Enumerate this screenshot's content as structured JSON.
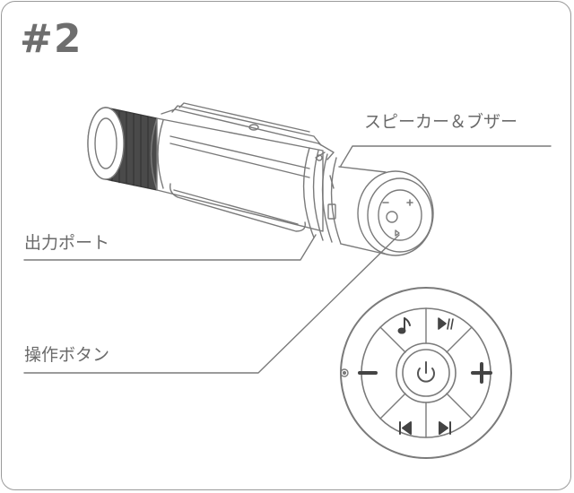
{
  "heading": "#2",
  "labels": {
    "speaker_buzzer": "スピーカー＆ブザー",
    "output_port": "出力ポート",
    "control_buttons": "操作ボタン"
  },
  "colors": {
    "line": "#7a7a7a",
    "text": "#6a6a6a",
    "heading": "#6e6e6e",
    "frame": "#9a9a9a"
  },
  "icons": {
    "top_left": "music-note-icon",
    "top_right": "play-pause-icon",
    "left": "minus-icon",
    "center": "power-icon",
    "right": "plus-icon",
    "bottom_left": "previous-track-icon",
    "bottom_right": "next-track-icon"
  }
}
